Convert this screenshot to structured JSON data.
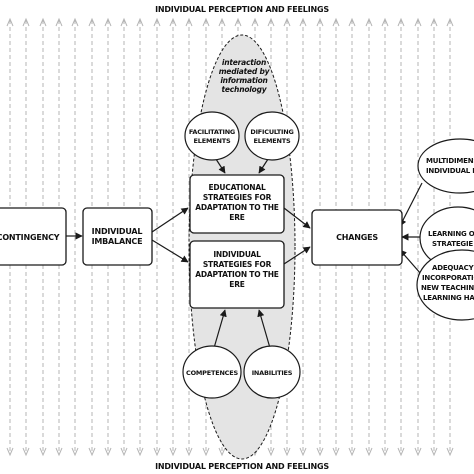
{
  "banners": {
    "top": "INDIVIDUAL PERCEPTION AND FEELINGS",
    "bottom": "INDIVIDUAL PERCEPTION AND FEELINGS"
  },
  "ellipse_caption": [
    "interaction",
    "mediated by",
    "information",
    "technology"
  ],
  "nodes": {
    "contingency": [
      "CONTINGENCY"
    ],
    "imbalance": [
      "INDIVIDUAL",
      "IMBALANCE"
    ],
    "facilitating": [
      "FACILITATING",
      "ELEMENTS"
    ],
    "dificulting": [
      "DIFICULTING",
      "ELEMENTS"
    ],
    "educational": [
      "EDUCATIONAL",
      "STRATEGIES FOR",
      "ADAPTATION TO THE",
      "ERE"
    ],
    "individual_strategies": [
      "INDIVIDUAL",
      "STRATEGIES FOR",
      "ADAPTATION TO THE",
      "ERE"
    ],
    "competences": [
      "COMPETENCES"
    ],
    "inabilities": [
      "INABILITIES"
    ],
    "changes": [
      "CHANGES"
    ],
    "multidimensional": [
      "MULTIDIMENSI",
      "INDIVIDUAL IMB"
    ],
    "learning": [
      "LEARNING OR",
      "STRATEGIE"
    ],
    "adequacy": [
      "ADEQUACY A",
      "INCORPORATIO",
      "NEW TEACHING",
      "LEARNING HA"
    ]
  },
  "colors": {
    "stroke": "#1a1a1a",
    "ellipse_fill": "#e4e4e4",
    "dashed_lines": "#b5b5b5",
    "box_fill": "#ffffff"
  }
}
